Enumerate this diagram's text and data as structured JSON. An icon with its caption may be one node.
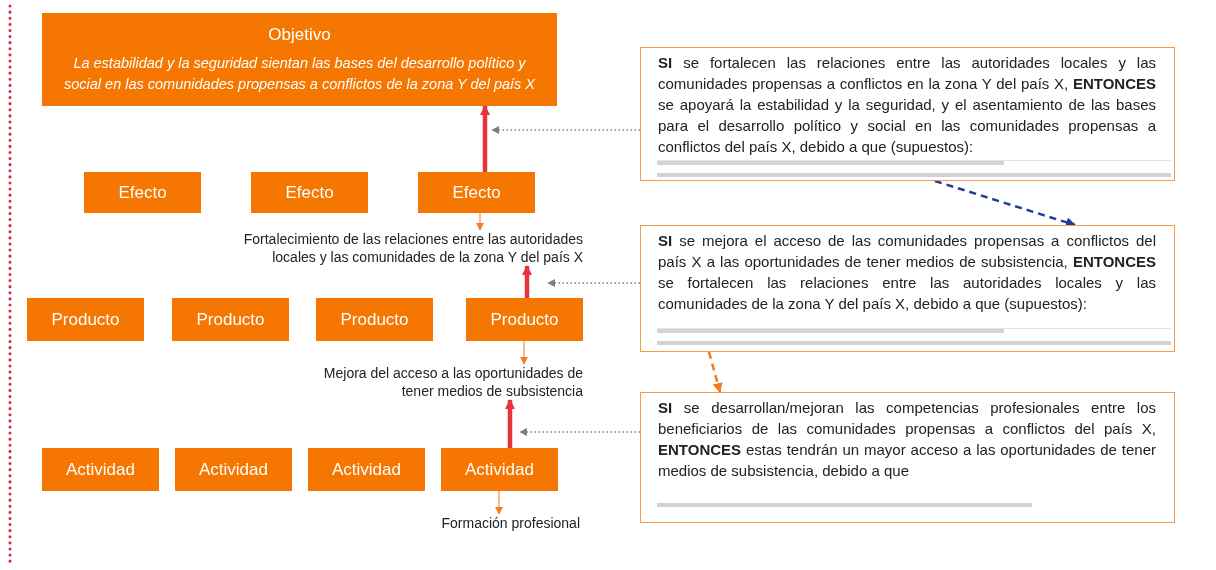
{
  "diagram": {
    "nodes": [
      {
        "text": [
          "Objetivo",
          "La estabilidad y la seguridad sientan las bases del desarrollo político y social en las comunidades propensas a conflictos de la zona Y del país X"
        ]
      },
      {
        "text": [
          "Efecto"
        ]
      },
      {
        "text": [
          "Efecto"
        ]
      },
      {
        "text": [
          "Efecto"
        ]
      },
      {
        "text": [
          "Fortalecimiento de las relaciones entre las autoridades locales y las comunidades de la zona Y del país X"
        ]
      },
      {
        "text": [
          "Producto"
        ]
      },
      {
        "text": [
          "Producto"
        ]
      },
      {
        "text": [
          "Producto"
        ]
      },
      {
        "text": [
          "Producto"
        ]
      },
      {
        "text": [
          "Mejora del acceso a las oportunidades de tener medios de subsistencia"
        ]
      },
      {
        "text": [
          "Actividad"
        ]
      },
      {
        "text": [
          "Actividad"
        ]
      },
      {
        "text": [
          "Actividad"
        ]
      },
      {
        "text": [
          "Actividad"
        ]
      },
      {
        "text": [
          "Formación profesional"
        ]
      },
      {
        "text": [
          "**SI** se fortalecen las relaciones entre las autoridades locales y las comunidades propensas a conflictos en la zona Y del país X, **ENTONCES** se apoyará la estabilidad y la seguridad, y el asentamiento de las bases para el desarrollo político y social en las comunidades propensas a conflictos del país X, debido a que (supuestos):"
        ]
      },
      {
        "text": [
          "**SI** se mejora el acceso de las comunidades propensas a conflictos del país X a las oportunidades de tener medios de subsistencia, **ENTONCES** se fortalecen las relaciones entre las autoridades locales y las comunidades de la zona Y del país X, debido a que (supuestos):"
        ]
      },
      {
        "text": [
          "**SI** se desarrollan/mejoran las competencias profesionales entre los beneficiarios de las comunidades propensas a conflictos del país X, **ENTONCES** estas tendrán un mayor acceso a las oportunidades de tener medios de subsistencia, debido a que"
        ]
      }
    ],
    "edges": [
      {
        "from": 3,
        "to": 0,
        "arrow": "to",
        "style": "thick",
        "color": "#e8323c"
      },
      {
        "from": 3,
        "to": 4,
        "arrow": "to",
        "color": "#f47b20"
      },
      {
        "from": 8,
        "to": 4,
        "arrow": "to",
        "style": "thick",
        "color": "#e8323c"
      },
      {
        "from": 8,
        "to": 9,
        "arrow": "to",
        "color": "#f47b20"
      },
      {
        "from": 13,
        "to": 9,
        "arrow": "to",
        "style": "thick",
        "color": "#e8323c"
      },
      {
        "from": 13,
        "to": 14,
        "arrow": "to",
        "color": "#f47b20"
      },
      {
        "from": 15,
        "to": 0,
        "arrow": "to",
        "style": "dashed",
        "color": "#808080"
      },
      {
        "from": 16,
        "to": 8,
        "arrow": "to",
        "style": "dashed",
        "color": "#808080"
      },
      {
        "from": 17,
        "to": 13,
        "arrow": "to",
        "style": "dashed",
        "color": "#808080"
      },
      {
        "from": 15,
        "to": 16,
        "arrow": "to",
        "style": "dashed",
        "color": "#1f3c9e"
      },
      {
        "from": 16,
        "to": 17,
        "arrow": "to",
        "style": "dashed",
        "color": "#f47b20"
      }
    ]
  }
}
